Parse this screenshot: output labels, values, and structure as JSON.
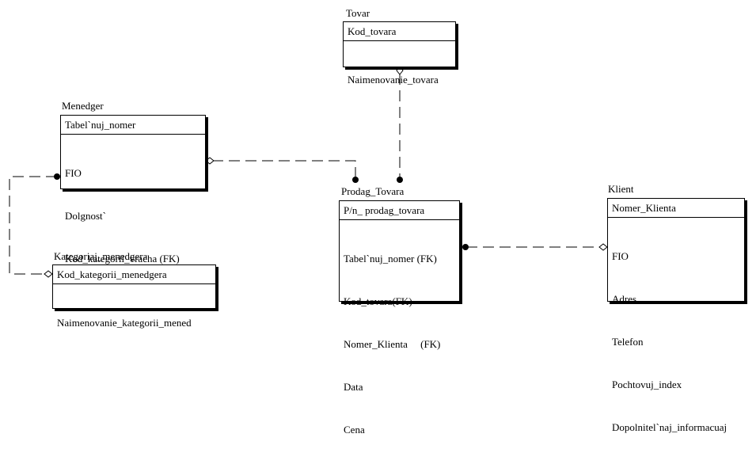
{
  "entities": {
    "tovar": {
      "title": "Tovar",
      "keys": [
        "Kod_tovara"
      ],
      "attributes": [
        "Naimenovanie_tovara"
      ]
    },
    "menedger": {
      "title": "Menedger",
      "keys": [
        "Tabel`nuj_nomer"
      ],
      "attributes": [
        "FIO",
        "Dolgnost`",
        "Kod_kategorii_vracha (FK)"
      ]
    },
    "prodag_tovara": {
      "title": "Prodag_Tovara",
      "keys": [
        "P/n_ prodag_tovara"
      ],
      "attributes": [
        "Tabel`nuj_nomer (FK)",
        "Kod_tovara(FK)",
        "Nomer_Klienta     (FK)",
        "Data",
        "Cena"
      ]
    },
    "klient": {
      "title": "Klient",
      "keys": [
        "Nomer_Klienta"
      ],
      "attributes": [
        "FIO",
        "Adres",
        "Telefon",
        "Pochtovuj_index",
        "Dopolnitel`naj_informacuaj"
      ]
    },
    "kategoriaj_menedgera": {
      "title": "Kategoriaj_menedgera",
      "keys": [
        "Kod_kategorii_menedgera"
      ],
      "attributes": [
        "Naimenovanie_kategorii_mened"
      ]
    }
  },
  "relationships": [
    {
      "from": "tovar",
      "to": "prodag_tovara"
    },
    {
      "from": "menedger",
      "to": "prodag_tovara"
    },
    {
      "from": "klient",
      "to": "prodag_tovara"
    },
    {
      "from": "kategoriaj_menedgera",
      "to": "menedger"
    }
  ],
  "colors": {
    "line": "#000000",
    "background": "#ffffff"
  }
}
